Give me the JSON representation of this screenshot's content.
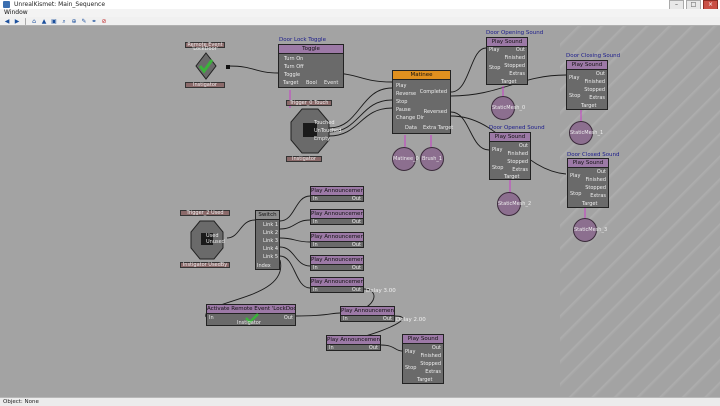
{
  "window": {
    "title": "UnrealKismet: Main_Sequence",
    "menu": "Window"
  },
  "toolbar": {
    "icons": [
      "back-icon",
      "forward-icon",
      "home-icon",
      "up-icon",
      "open-icon",
      "search-icon",
      "zoom-icon",
      "tool-icon",
      "link-icon",
      "delete-icon"
    ]
  },
  "status": {
    "text": "Object: None"
  },
  "nodes": {
    "remote_event": {
      "title": "Remote Event 'LockDoor'",
      "footer": "Instigator"
    },
    "toggle": {
      "caption": "Door Lock Toggle",
      "title": "Toggle",
      "pins_left": [
        "Turn On",
        "Turn Off",
        "Toggle"
      ],
      "pins_bottom": [
        "Target",
        "Bool",
        "Event"
      ]
    },
    "trigger0": {
      "title": "Trigger_0 Touch",
      "pins": [
        "Touched",
        "UnTouched",
        "Empty"
      ],
      "footer": "Instigator"
    },
    "matinee": {
      "title": "Matinee",
      "pins_left": [
        "Play",
        "Reverse",
        "Stop",
        "Pause",
        "Change Dir"
      ],
      "pins_right": [
        "Completed",
        "Reversed"
      ],
      "footer": [
        "Data",
        "Extra Target"
      ]
    },
    "matinee_circles": [
      "Matinee_0",
      "Brush_1"
    ],
    "door_opening": {
      "caption": "Door Opening Sound",
      "title": "Play Sound",
      "pins_left": [
        "Play",
        "Stop"
      ],
      "pins_right": [
        "Out",
        "Finished",
        "Stopped",
        "Extras",
        "Target"
      ],
      "circle": "StaticMesh_0"
    },
    "door_closing": {
      "caption": "Door Closing Sound",
      "title": "Play Sound",
      "pins_left": [
        "Play",
        "Stop"
      ],
      "pins_right": [
        "Out",
        "Finished",
        "Stopped",
        "Extras",
        "Target"
      ],
      "circle": "StaticMesh_1"
    },
    "door_opened": {
      "caption": "Door Opened Sound",
      "title": "Play Sound",
      "pins_left": [
        "Play",
        "Stop"
      ],
      "pins_right": [
        "Out",
        "Finished",
        "Stopped",
        "Extras",
        "Target"
      ],
      "circle": "StaticMesh_2"
    },
    "door_closed": {
      "caption": "Door Closed Sound",
      "title": "Play Sound",
      "pins_left": [
        "Play",
        "Stop"
      ],
      "pins_right": [
        "Out",
        "Finished",
        "Stopped",
        "Extras",
        "Target"
      ],
      "circle": "StaticMesh_3"
    },
    "trigger2": {
      "title": "Trigger_2 Used",
      "pins": [
        "Used",
        "Unused"
      ],
      "footer": "Instigator  UsedBy"
    },
    "switch": {
      "title": "Switch",
      "pins": [
        "Link 1",
        "Link 2",
        "Link 3",
        "Link 4",
        "Link 5",
        "Index"
      ]
    },
    "announcements": [
      {
        "title": "Play Announcement",
        "in": "In",
        "out": "Out"
      },
      {
        "title": "Play Announcement",
        "in": "In",
        "out": "Out"
      },
      {
        "title": "Play Announcement",
        "in": "In",
        "out": "Out"
      },
      {
        "title": "Play Announcement",
        "in": "In",
        "out": "Out"
      },
      {
        "title": "Play Announcement",
        "in": "In",
        "out": "Out"
      }
    ],
    "activate_remote": {
      "title": "Activate Remote Event 'LockDoor'",
      "in": "In",
      "out": "Out",
      "footer": "Instigator"
    },
    "announcement6": {
      "title": "Play Announcement",
      "in": "In",
      "out": "Out"
    },
    "announcement7": {
      "title": "Play Announcement",
      "in": "In",
      "out": "Out"
    },
    "delay1": "Delay 3.00",
    "delay2": "Delay 2.00",
    "play_sound_bottom": {
      "title": "Play Sound",
      "pins_left": [
        "Play",
        "Stop"
      ],
      "pins_right": [
        "Out",
        "Finished",
        "Stopped",
        "Extras"
      ],
      "footer": "Target"
    }
  },
  "colors": {
    "canvas": "#a3a3a3",
    "node_body": "#6a6a6a",
    "event_header": "#b07b7b",
    "action_header": "#9c79a6",
    "matinee_header": "#e0901f",
    "check": "#3bb23b"
  }
}
